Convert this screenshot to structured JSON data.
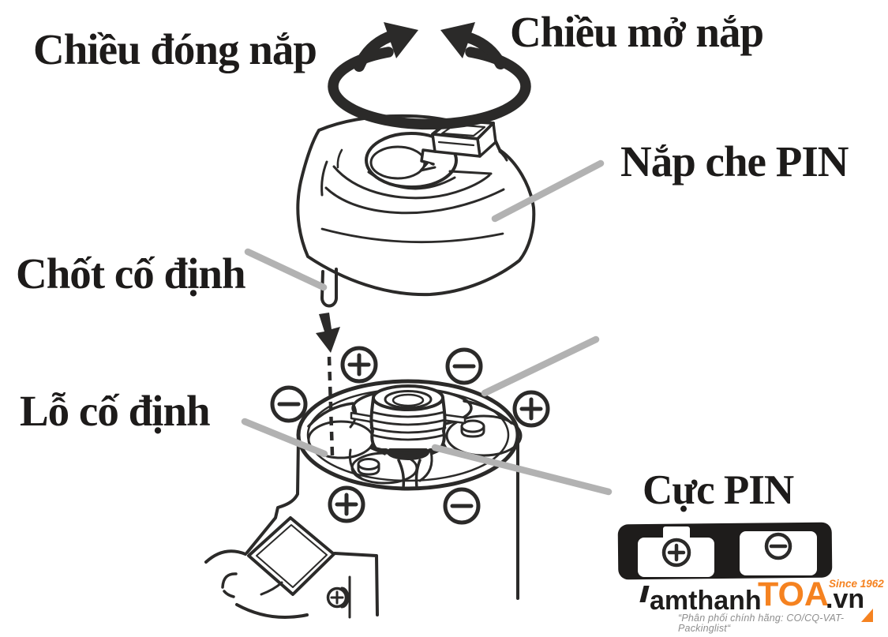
{
  "labels": {
    "close_direction": "Chiều đóng nắp",
    "open_direction": "Chiều mở nắp",
    "battery_cover": "Nắp che PIN",
    "fixing_pin": "Chốt cố định",
    "fixing_hole": "Lỗ cố định",
    "battery_terminal": "Cực PIN"
  },
  "polarity_markers": {
    "around_compartment": [
      {
        "position": "upper-left",
        "sign": "+"
      },
      {
        "position": "upper-right",
        "sign": "-"
      },
      {
        "position": "left",
        "sign": "-"
      },
      {
        "position": "right",
        "sign": "+"
      },
      {
        "position": "lower-left",
        "sign": "+"
      },
      {
        "position": "lower-right",
        "sign": "-"
      }
    ],
    "terminal_plate": [
      {
        "slot": "left",
        "sign": "+"
      },
      {
        "slot": "right",
        "sign": "-"
      }
    ]
  },
  "branding": {
    "logo_text_1": "amthanh",
    "logo_text_2": "TOA",
    "logo_text_3": ".vn",
    "since": "Since 1962",
    "tagline": "“Phân phối chính hãng: CO/CQ-VAT-Packinglist“"
  },
  "colors": {
    "ink": "#2B2A29",
    "leader_gray": "#B2B2B2",
    "brand_orange": "#F58220",
    "tagline_gray": "#8E8E8E"
  }
}
